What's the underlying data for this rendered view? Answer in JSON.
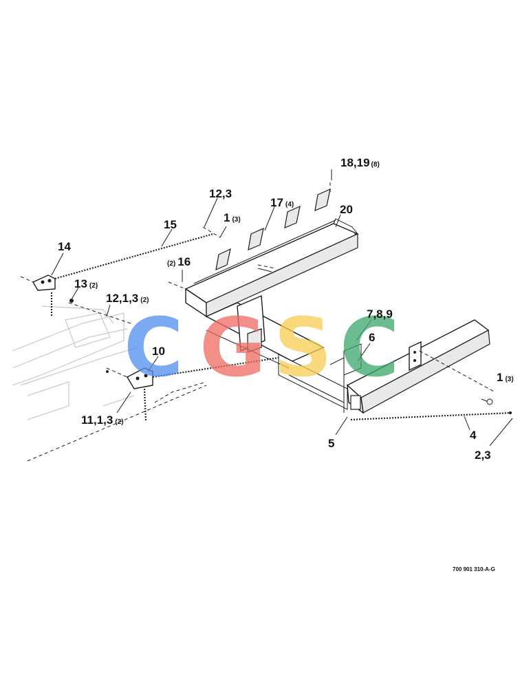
{
  "callouts": [
    {
      "id": "c18",
      "label": "18,19",
      "qty": "(8)"
    },
    {
      "id": "c17",
      "label": "17",
      "qty": "(4)"
    },
    {
      "id": "c20",
      "label": "20",
      "qty": ""
    },
    {
      "id": "c12a",
      "label": "12,3",
      "qty": ""
    },
    {
      "id": "c1a",
      "label": "1",
      "qty": "(3)"
    },
    {
      "id": "c15",
      "label": "15",
      "qty": ""
    },
    {
      "id": "c14",
      "label": "14",
      "qty": ""
    },
    {
      "id": "c16",
      "label": "16",
      "qty": "(2)"
    },
    {
      "id": "c13",
      "label": "13",
      "qty": "(2)"
    },
    {
      "id": "c12b",
      "label": "12,1,3",
      "qty": "(2)"
    },
    {
      "id": "c789",
      "label": "7,8,9",
      "qty": ""
    },
    {
      "id": "c6",
      "label": "6",
      "qty": ""
    },
    {
      "id": "c10",
      "label": "10",
      "qty": ""
    },
    {
      "id": "c1b",
      "label": "1",
      "qty": "(3)"
    },
    {
      "id": "c11",
      "label": "11,1,3",
      "qty": "(2)"
    },
    {
      "id": "c4",
      "label": "4",
      "qty": ""
    },
    {
      "id": "c5",
      "label": "5",
      "qty": ""
    },
    {
      "id": "c23",
      "label": "2,3",
      "qty": ""
    }
  ],
  "watermark": {
    "letters": [
      "C",
      "G",
      "S",
      "C"
    ],
    "colors": [
      "#4f8ef0",
      "#ee6a62",
      "#f7cd4f",
      "#3aa66a"
    ]
  },
  "figure_ref": "700 901 310-A-G"
}
